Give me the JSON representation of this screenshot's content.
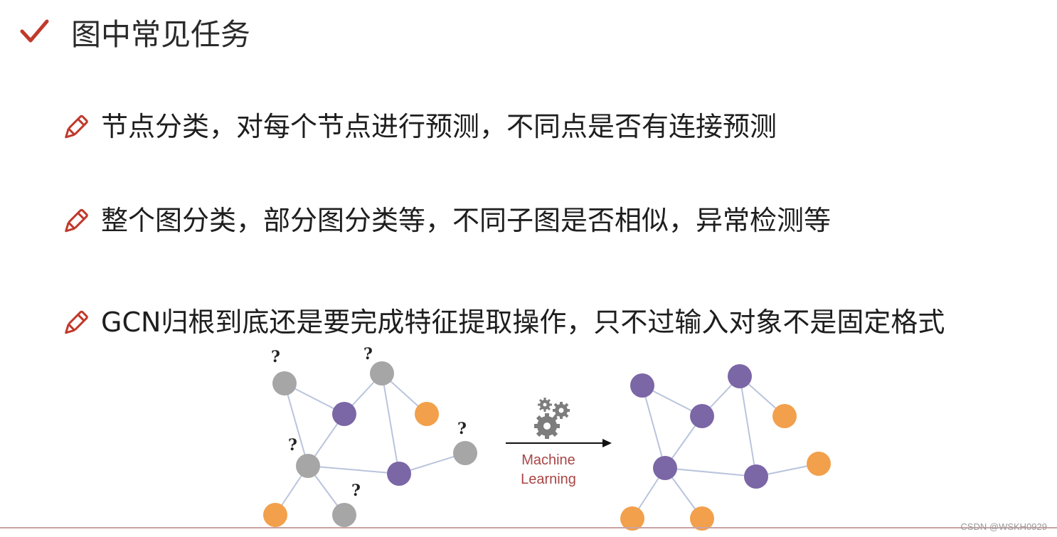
{
  "title": "图中常见任务",
  "bullets": [
    {
      "text": "节点分类，对每个节点进行预测，不同点是否有连接预测"
    },
    {
      "text": "整个图分类，部分图分类等，不同子图是否相似，异常检测等"
    },
    {
      "text": "GCN归根到底还是要完成特征提取操作，只不过输入对象不是固定格式"
    }
  ],
  "figure": {
    "unknown_marker": "?",
    "arrow_label_line1": "Machine",
    "arrow_label_line2": "Learning",
    "colors": {
      "unknown": "#a6a6a6",
      "purple": "#7b66a6",
      "orange": "#f2a04b",
      "edge": "#b9c4dd",
      "label": "#a94545",
      "icon": "#7d7d7d"
    },
    "icons": [
      "check-icon",
      "pencil-icon",
      "gears-icon"
    ]
  },
  "watermark": "CSDN @WSKH0929"
}
